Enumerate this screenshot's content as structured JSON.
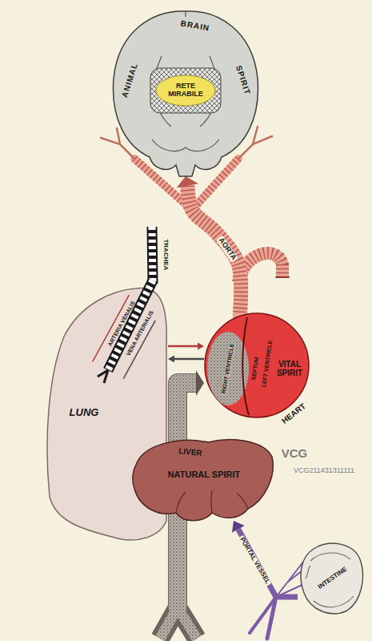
{
  "diagram": {
    "nodes": [
      {
        "text": [
          "ANIMAL",
          "BRAIN",
          "SPIRIT"
        ]
      },
      {
        "text": [
          "RETE MIRABILE"
        ],
        "in": 0
      },
      {
        "text": [
          "LUNG"
        ]
      },
      {
        "text": [
          "RIGHT VENTRICLE",
          "SEPTUM",
          "LEFT VENTRICLE",
          "VITAL SPIRIT",
          "HEART"
        ]
      },
      {
        "text": [
          "LIVER",
          "NATURAL SPIRIT"
        ]
      },
      {
        "text": [
          "INTESTINE"
        ]
      }
    ],
    "edges": [
      {
        "from": 5,
        "to": 4,
        "arrow": "to",
        "label": "PORTAL VESSEL"
      },
      {
        "from": 4,
        "to": 3,
        "arrow": "to"
      },
      {
        "from": 3,
        "to": 0,
        "arrow": "to",
        "label": "AORTA"
      },
      {
        "from": 2,
        "to": 3,
        "arrow": "to"
      },
      {
        "from": 3,
        "to": 2,
        "arrow": "to"
      }
    ],
    "labels": [
      "TRACHEA",
      "ARTERIA VENALIS",
      "VENA ARTERIALIS",
      "VCG",
      "VCG211431311111"
    ]
  }
}
